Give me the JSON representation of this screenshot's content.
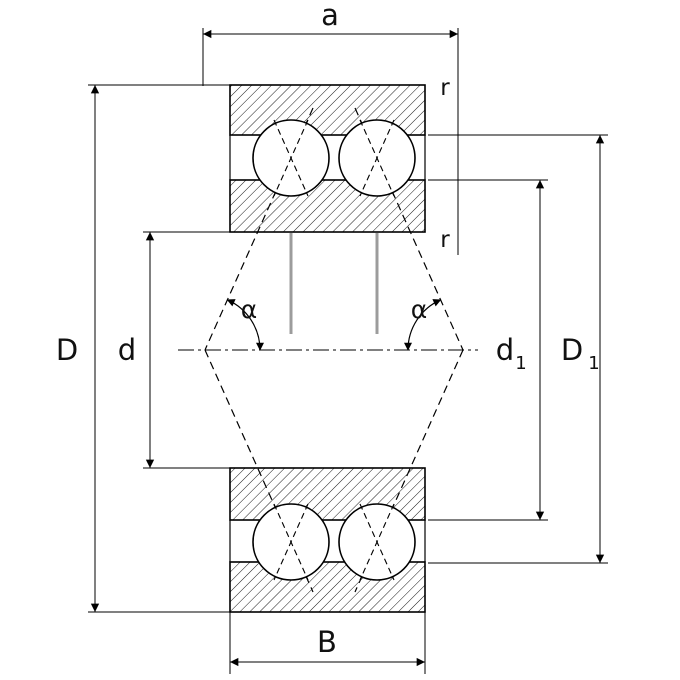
{
  "diagram": {
    "type": "bearing-dimension-drawing",
    "labels": {
      "a": "a",
      "r_top": "r",
      "r_mid": "r",
      "D": "D",
      "d": "d",
      "alpha_left": "α",
      "alpha_right": "α",
      "d1_base": "d",
      "d1_sub": "1",
      "D1_base": "D",
      "D1_sub": "1",
      "B": "B"
    },
    "colors": {
      "line": "#000000",
      "hatch": "#1a1a1a",
      "contact_gray": "#9c9c9c",
      "background": "#ffffff"
    }
  }
}
